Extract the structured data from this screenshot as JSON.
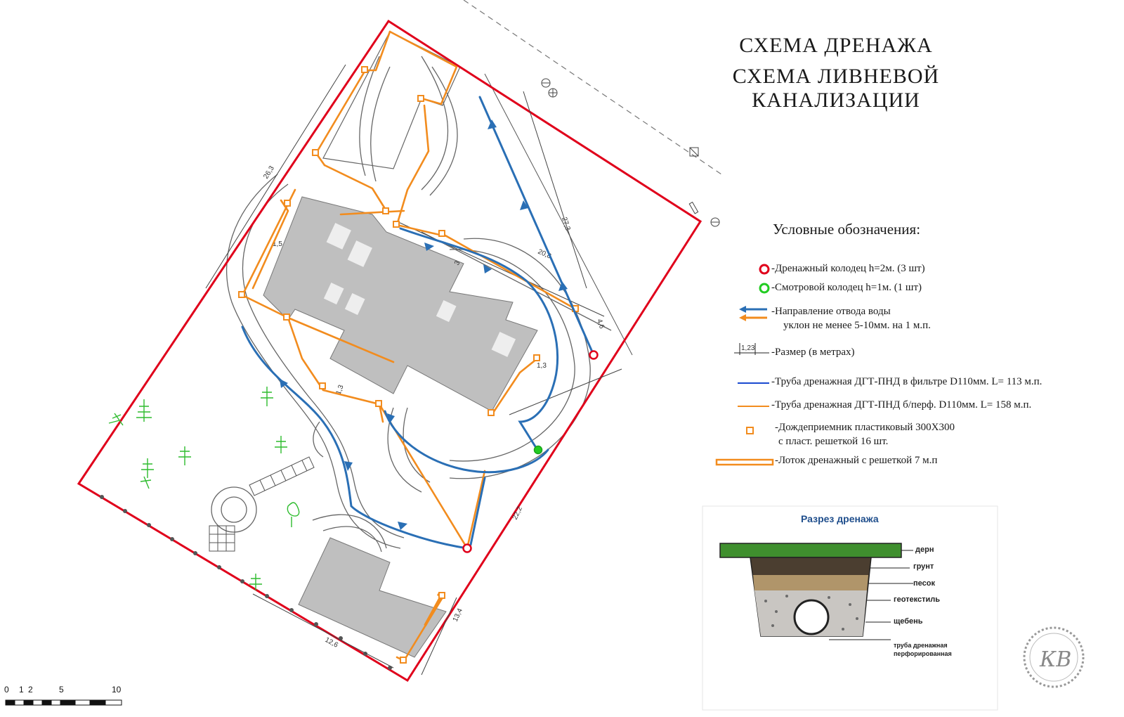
{
  "title": {
    "line1": "СХЕМА ДРЕНАЖА",
    "line2": "СХЕМА  ЛИВНЕВОЙ  КАНАЛИЗАЦИИ"
  },
  "legend": {
    "heading": "Условные обозначения:",
    "items": [
      {
        "symbol": "red-ring-icon",
        "text": "-Дренажный  колодец h=2м. (3 шт)"
      },
      {
        "symbol": "green-ring-icon",
        "text": "-Смотровой колодец h=1м. (1 шт)"
      },
      {
        "symbol": "flow-arrows-icon",
        "text": "-Направление отвода воды",
        "text2": "уклон не менее  5-10мм. на 1 м.п."
      },
      {
        "symbol": "dimension-icon",
        "symbol_label": "1,23",
        "text": "-Размер (в метрах)"
      },
      {
        "symbol": "blue-line-icon",
        "text": "-Труба дренажная ДГТ-ПНД  в фильтре   D110мм.    L= 113  м.п."
      },
      {
        "symbol": "orange-line-icon",
        "text": "-Труба дренажная ДГТ-ПНД  б/перф.  D110мм.   L= 158  м.п."
      },
      {
        "symbol": "orange-square-icon",
        "text": "-Дождеприемник пластиковый 300Х300",
        "text2": "с пласт.  решеткой    16 шт."
      },
      {
        "symbol": "orange-double-line-icon",
        "text": "-Лоток дренажный с   решеткой    7 м.п"
      }
    ]
  },
  "section": {
    "title": "Разрез дренажа",
    "layers": [
      "дерн",
      "грунт",
      "песок",
      "геотекстиль",
      "щебень",
      "труба дренажная",
      "перфорированная"
    ]
  },
  "dimensions": [
    "26,3",
    "27,3",
    "20,8",
    "4,6",
    "1,5",
    "3",
    "1,3",
    "1,3",
    "22,2",
    "13,4",
    "12,6"
  ],
  "scale": {
    "ticks": [
      "0",
      "1",
      "2",
      "5",
      "10"
    ]
  },
  "monogram": "КВ",
  "colors": {
    "boundary": "#e0001b",
    "blue_pipe": "#2a6fb5",
    "orange_pipe": "#f28c1e",
    "building": "#bfbfbf",
    "green_well": "#22cc22",
    "tree": "#2ebc2e"
  }
}
